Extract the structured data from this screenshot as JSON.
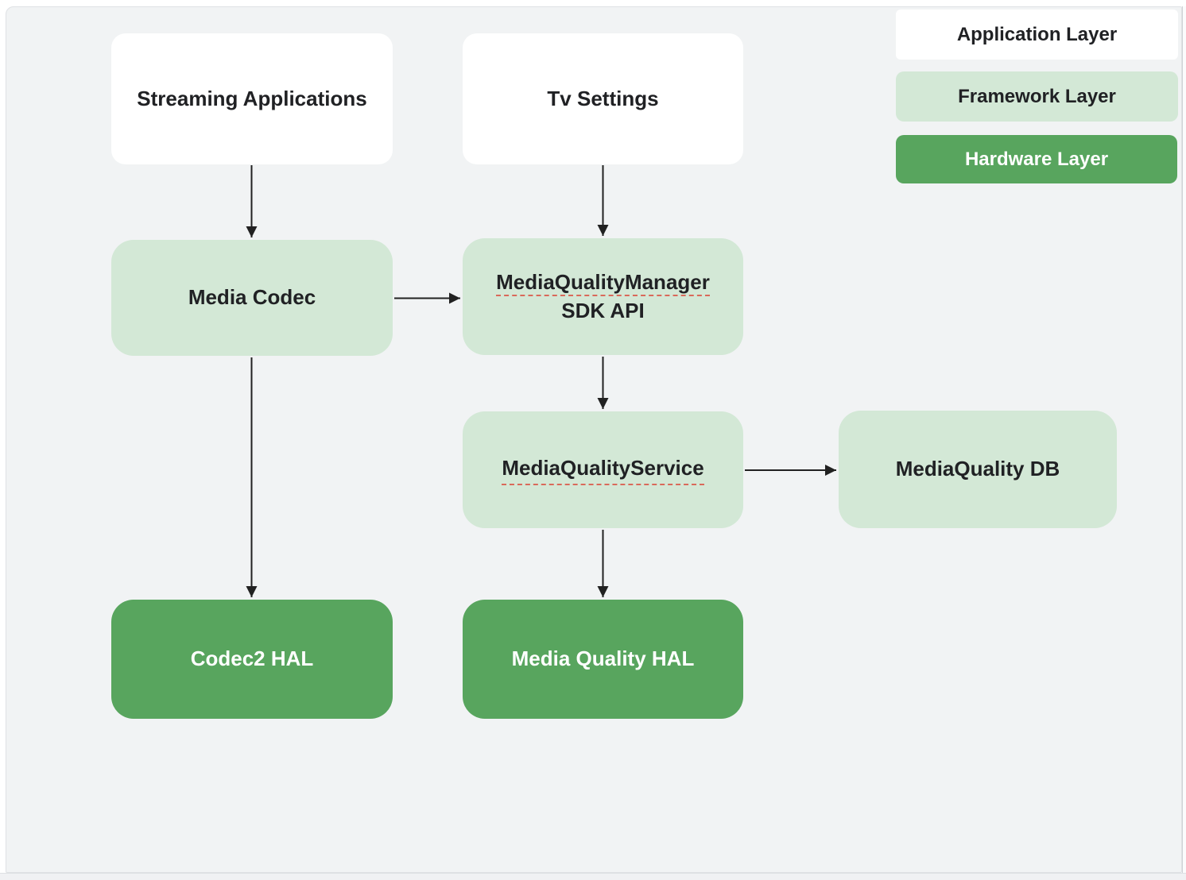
{
  "legend": {
    "items": [
      {
        "id": "application",
        "label": "Application Layer"
      },
      {
        "id": "framework",
        "label": "Framework Layer"
      },
      {
        "id": "hardware",
        "label": "Hardware Layer"
      }
    ]
  },
  "nodes": {
    "streaming_applications": {
      "label": "Streaming Applications",
      "layer": "application"
    },
    "tv_settings": {
      "label": "Tv Settings",
      "layer": "application"
    },
    "media_codec": {
      "label": "Media Codec",
      "layer": "framework"
    },
    "media_quality_manager_sdk_api": {
      "line1": "MediaQualityManager",
      "line2": "SDK API",
      "layer": "framework",
      "spellcheck_underline": true
    },
    "media_quality_service": {
      "label": "MediaQualityService",
      "layer": "framework",
      "spellcheck_underline": true
    },
    "media_quality_db": {
      "label": "MediaQuality DB",
      "layer": "framework"
    },
    "codec2_hal": {
      "label": "Codec2 HAL",
      "layer": "hardware"
    },
    "media_quality_hal": {
      "label": "Media Quality HAL",
      "layer": "hardware"
    }
  },
  "edges": [
    {
      "from": "streaming_applications",
      "to": "media_codec"
    },
    {
      "from": "tv_settings",
      "to": "media_quality_manager_sdk_api"
    },
    {
      "from": "media_codec",
      "to": "media_quality_manager_sdk_api"
    },
    {
      "from": "media_codec",
      "to": "codec2_hal"
    },
    {
      "from": "media_quality_manager_sdk_api",
      "to": "media_quality_service"
    },
    {
      "from": "media_quality_service",
      "to": "media_quality_db"
    },
    {
      "from": "media_quality_service",
      "to": "media_quality_hal"
    }
  ],
  "colors": {
    "canvas_background": "#f1f3f4",
    "application_layer": "#ffffff",
    "framework_layer": "#d3e8d6",
    "hardware_layer": "#58a55e",
    "text_dark": "#202124",
    "text_light": "#ffffff",
    "arrow": "#212121",
    "spellcheck_underline": "#d9695a"
  }
}
